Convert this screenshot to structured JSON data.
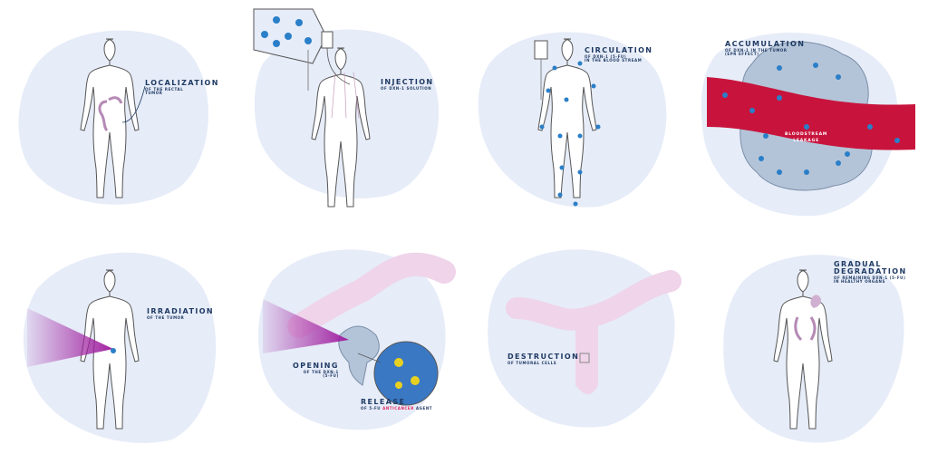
{
  "colors": {
    "blob": "#e6ecf8",
    "text": "#1f3a63",
    "dot": "#2a7fc8",
    "vessel": "#c8143c",
    "tumor": "#b4c4d8",
    "colon": "#efd4ea",
    "beam": "#a020a0",
    "accent_red": "#e0245e"
  },
  "steps": [
    {
      "title": "LOCALIZATION",
      "subtitle": "OF THE RECTAL\nTUMOR"
    },
    {
      "title": "INJECTION",
      "subtitle": "OF DXN-1 SOLUTION"
    },
    {
      "title": "CIRCULATION",
      "subtitle": "OF DXN-1 (5-FU)\nIN THE BLOOD STREAM"
    },
    {
      "title": "ACCUMULATION",
      "subtitle": "OF DXN-1 IN THE TUMOR\n(EPR EFFECT)",
      "overlay": "BLOODSTREAM\nLEAKAGE"
    },
    {
      "title": "IRRADIATION",
      "subtitle": "OF THE TUMOR"
    },
    {
      "title": "OPENING",
      "subtitle": "OF THE DXN-1\n(5-FU)",
      "title2": "RELEASE",
      "subtitle2_prefix": "OF 5-FU ",
      "subtitle2_highlight": "ANTICANCER",
      "subtitle2_suffix": " AGENT"
    },
    {
      "title": "DESTRUCTION",
      "subtitle": "OF TUMORAL CELLS"
    },
    {
      "title": "GRADUAL\nDEGRADATION",
      "subtitle": "OF REMAINING DXN-1 (5-FU)\nIN HEALTHY ORGANS"
    }
  ]
}
